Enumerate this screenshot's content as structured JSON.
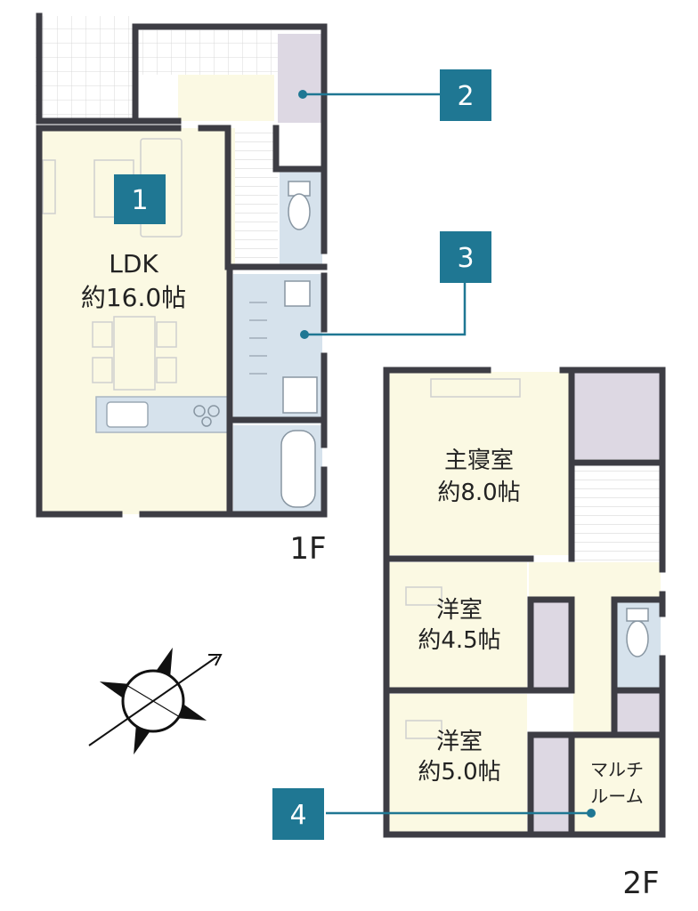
{
  "floor1": {
    "label": "1F",
    "ldk": {
      "name": "LDK",
      "size": "約16.0帖"
    }
  },
  "floor2": {
    "label": "2F",
    "master": {
      "name": "主寝室",
      "size": "約8.0帖"
    },
    "western1": {
      "name": "洋室",
      "size": "約4.5帖"
    },
    "western2": {
      "name": "洋室",
      "size": "約5.0帖"
    },
    "multi": {
      "line1": "マルチ",
      "line2": "ルーム"
    }
  },
  "badges": {
    "b1": "1",
    "b2": "2",
    "b3": "3",
    "b4": "4"
  },
  "colors": {
    "wall": "#3d3d44",
    "floor_cream": "#fbf9e3",
    "wet_blue": "#d6e2ec",
    "closet_lavender": "#ddd8e3",
    "badge": "#1f7793",
    "deck_grid": "#d8d8d8"
  },
  "compass_icon": "compass-rose-icon"
}
